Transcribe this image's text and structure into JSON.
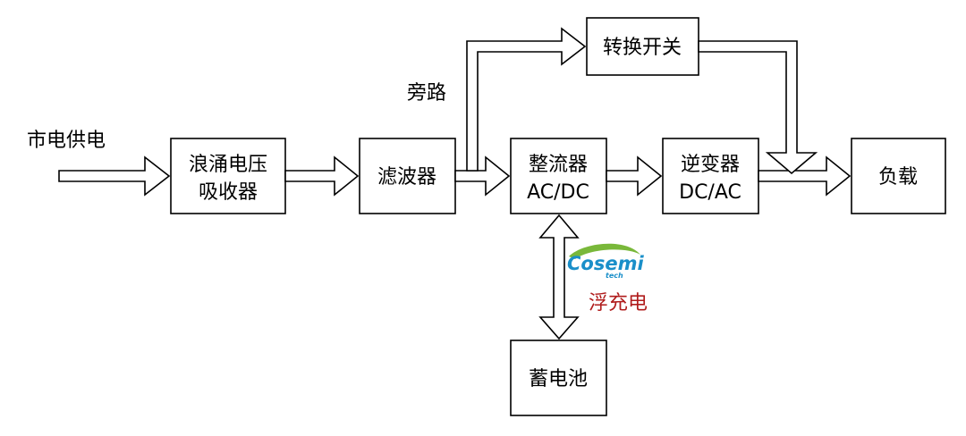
{
  "inputs": {
    "mains": "市电供电",
    "bypass": "旁路"
  },
  "blocks": {
    "surge_absorber": [
      "浪涌电压",
      "吸收器"
    ],
    "filter": "滤波器",
    "rectifier": [
      "整流器",
      "AC/DC"
    ],
    "inverter": [
      "逆变器",
      "DC/AC"
    ],
    "transfer_switch": "转换开关",
    "load": "负载",
    "battery": "蓄电池"
  },
  "float_charge": "浮充电",
  "logo": {
    "name": "Cosemi",
    "sub": "tech",
    "colors": {
      "text": "#1a8fc9",
      "swoosh": "#79b83a"
    }
  },
  "colors": {
    "stroke": "#000000",
    "accent_red": "#b01c1c"
  }
}
